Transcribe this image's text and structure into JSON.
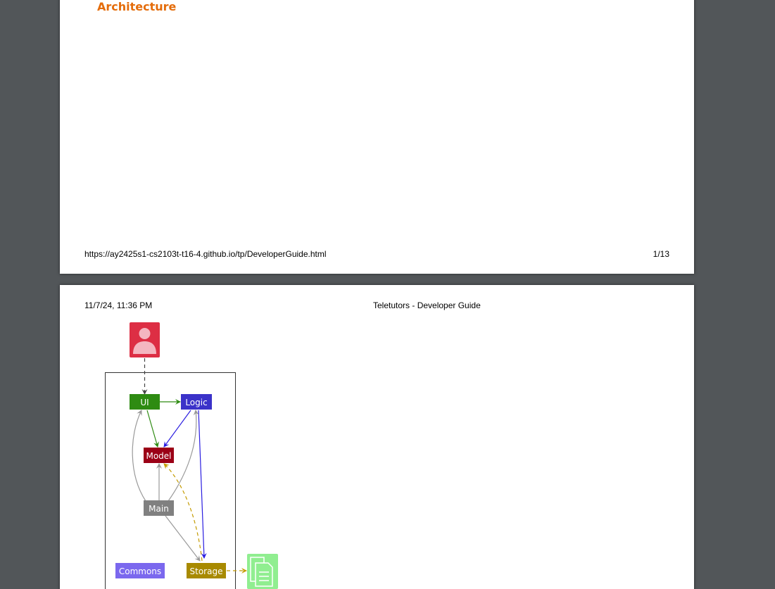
{
  "page1": {
    "section_heading": "Architecture",
    "footer_url": "https://ay2425s1-cs2103t-t16-4.github.io/tp/DeveloperGuide.html",
    "page_number": "1/13"
  },
  "page2": {
    "header_date": "11/7/24, 11:36 PM",
    "header_title": "Teletutors - Developer Guide"
  },
  "diagram": {
    "components": {
      "ui": "UI",
      "logic": "Logic",
      "model": "Model",
      "main": "Main",
      "commons": "Commons",
      "storage": "Storage"
    },
    "colors": {
      "user": "#dd2e44",
      "ui": "#2e8b12",
      "logic": "#3b32c9",
      "model": "#9b0016",
      "main": "#808080",
      "commons": "#7b68ee",
      "storage": "#a88a00",
      "file": "#90ee90"
    },
    "icons": [
      "user-icon",
      "file-icon"
    ]
  }
}
